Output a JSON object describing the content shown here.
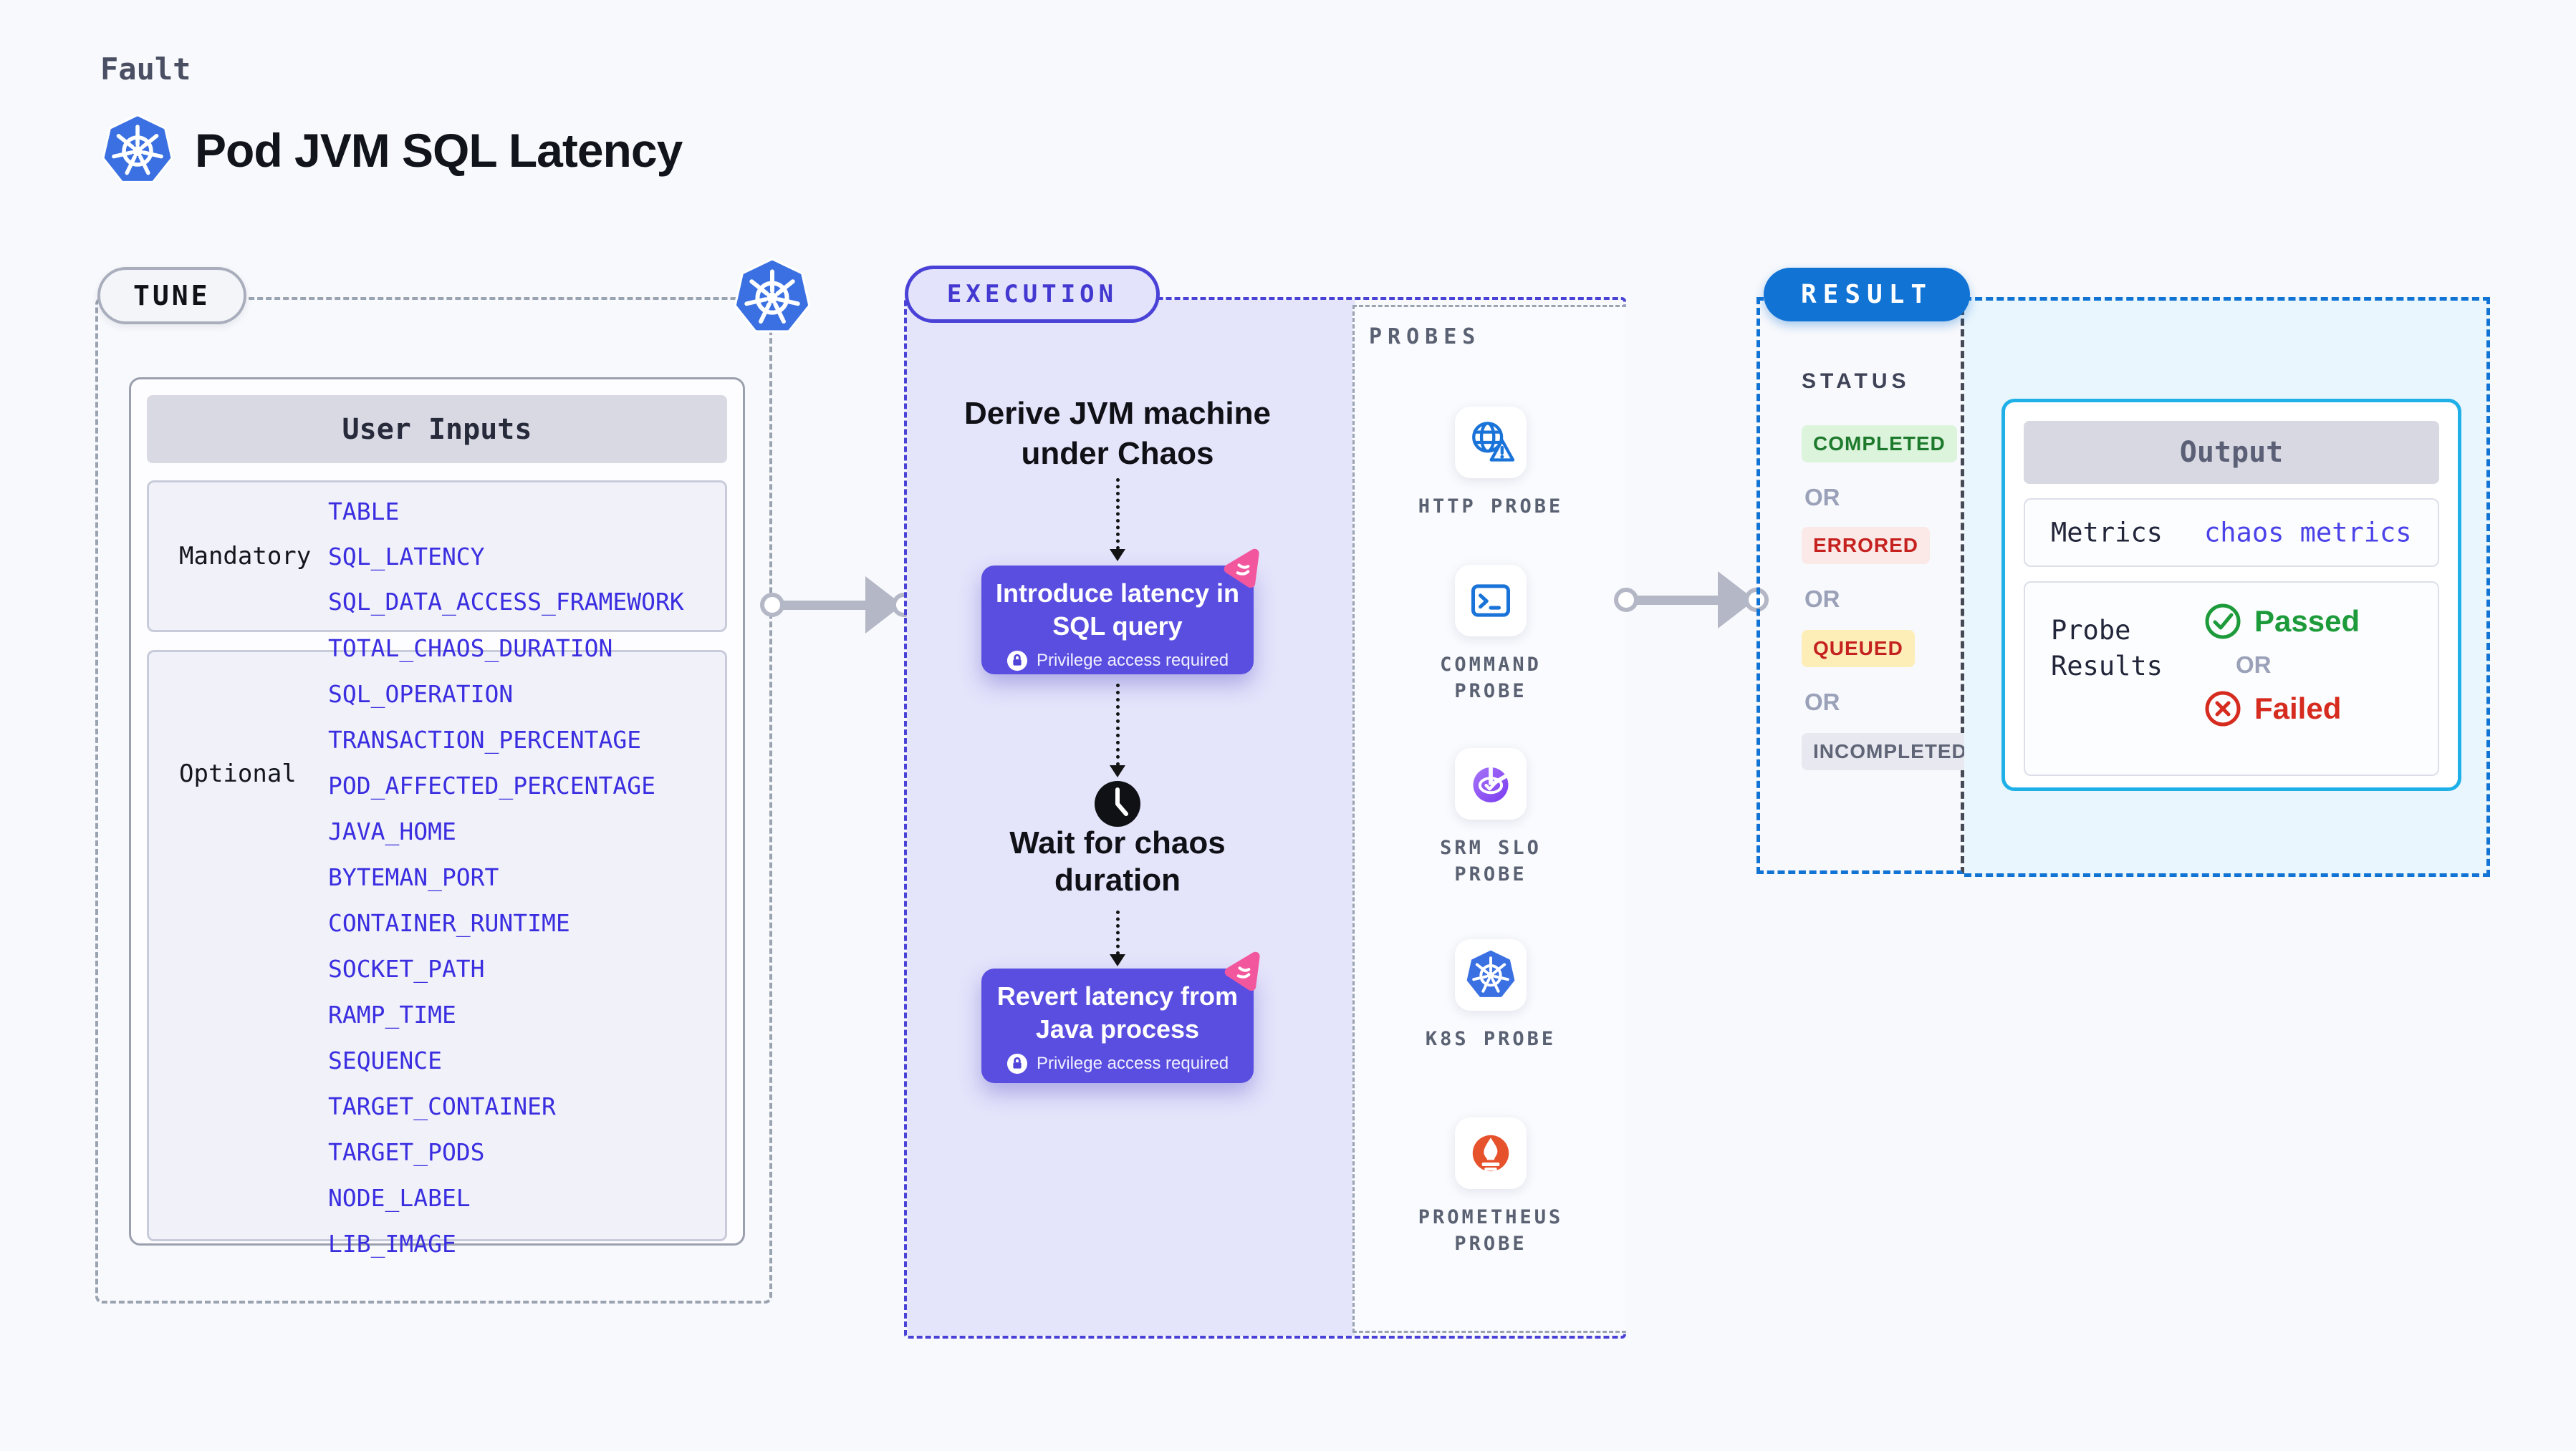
{
  "header": {
    "fault_label": "Fault",
    "title": "Pod JVM SQL Latency"
  },
  "tune": {
    "label": "TUNE",
    "user_inputs_title": "User Inputs",
    "mandatory": {
      "label": "Mandatory",
      "items": [
        "TABLE",
        "SQL_LATENCY",
        "SQL_DATA_ACCESS_FRAMEWORK"
      ]
    },
    "optional": {
      "label": "Optional",
      "items": [
        "TOTAL_CHAOS_DURATION",
        "SQL_OPERATION",
        "TRANSACTION_PERCENTAGE",
        "POD_AFFECTED_PERCENTAGE",
        "JAVA_HOME",
        "BYTEMAN_PORT",
        "CONTAINER_RUNTIME",
        "SOCKET_PATH",
        "RAMP_TIME",
        "SEQUENCE",
        "TARGET_CONTAINER",
        "TARGET_PODS",
        "NODE_LABEL",
        "LIB_IMAGE"
      ]
    }
  },
  "execution": {
    "label": "EXECUTION",
    "derive_step": "Derive JVM machine under Chaos",
    "inject_step": {
      "title": "Introduce latency in SQL query",
      "note": "Privilege access required"
    },
    "wait_step": "Wait for chaos duration",
    "revert_step": {
      "title": "Revert latency from Java process",
      "note": "Privilege access required"
    }
  },
  "probes": {
    "title": "PROBES",
    "items": [
      {
        "label": "HTTP PROBE",
        "icon": "globe-alert-icon"
      },
      {
        "label": "COMMAND PROBE",
        "icon": "terminal-icon"
      },
      {
        "label": "SRM SLO PROBE",
        "icon": "slo-pie-check-icon"
      },
      {
        "label": "K8S PROBE",
        "icon": "kubernetes-icon"
      },
      {
        "label": "PROMETHEUS PROBE",
        "icon": "prometheus-flame-icon"
      }
    ]
  },
  "result": {
    "label": "RESULT",
    "status_title": "STATUS",
    "or_label": "OR",
    "statuses": [
      {
        "label": "COMPLETED",
        "bg": "#dcf3dc",
        "text": "#1d7a2c"
      },
      {
        "label": "ERRORED",
        "bg": "#fbe9e7",
        "text": "#c5221f"
      },
      {
        "label": "QUEUED",
        "bg": "#fdeeb8",
        "text": "#c5221f"
      },
      {
        "label": "INCOMPLETED",
        "bg": "#e8e9f0",
        "text": "#5f6477"
      }
    ],
    "output": {
      "title": "Output",
      "metrics_label": "Metrics",
      "metrics_value": "chaos metrics",
      "probe_results_label": "Probe Results",
      "passed_label": "Passed",
      "failed_label": "Failed"
    }
  },
  "colors": {
    "page_bg": "#f8f9fc",
    "indigo": "#4a42d6",
    "indigo_text": "#4338d0",
    "lavender": "#e4e4fb",
    "purple_box": "#5a4ee0",
    "pink": "#f2579e",
    "k8s_blue": "#3a70e2",
    "probe_blue": "#1a73d8",
    "value_blue": "#3a2ee0",
    "result_blue": "#1173d4",
    "cyan_border": "#1fb0e8",
    "cyan_bg": "#e9f6fd",
    "arrow_gray": "#b4b7c6",
    "dash_gray": "#9aa3b0",
    "dark_dash": "#454a56",
    "label_gray": "#5a6172",
    "or_gray": "#9aa1b8",
    "green": "#1d9b3a",
    "red": "#d62b1f",
    "queued_bg": "#fdeeb8",
    "prometheus": "#e6522c"
  }
}
